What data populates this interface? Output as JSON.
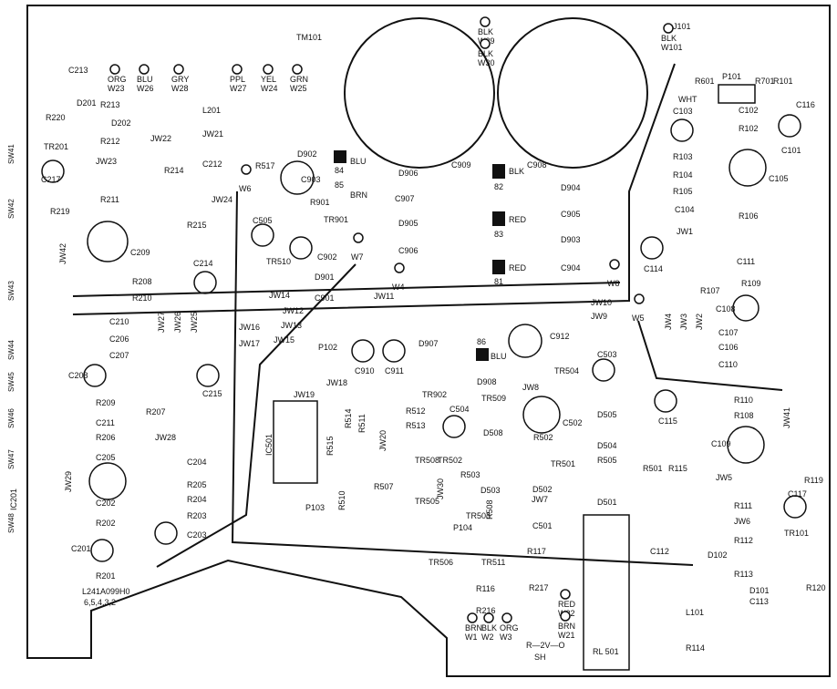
{
  "components": {
    "tm101": "TM101",
    "resistors": [
      "R220",
      "R213",
      "R212",
      "R214",
      "R211",
      "R219",
      "R215",
      "R517",
      "R901",
      "R208",
      "R210",
      "R209",
      "R207",
      "R206",
      "R205",
      "R204",
      "R203",
      "R202",
      "R201",
      "R515",
      "R514",
      "R511",
      "R512",
      "R513",
      "R507",
      "R510",
      "R503",
      "R502",
      "R505",
      "R501",
      "R115",
      "R508",
      "R117",
      "R217",
      "R216",
      "R116",
      "R114",
      "R113",
      "R112",
      "R111",
      "R110",
      "R108",
      "R109",
      "R107",
      "R106",
      "R105",
      "R104",
      "R103",
      "R102",
      "R101",
      "R701",
      "R601",
      "R119",
      "R120"
    ],
    "capacitors": [
      "C213",
      "C217",
      "C212",
      "C209",
      "C214",
      "C210",
      "C206",
      "C207",
      "C208",
      "C211",
      "C205",
      "C202",
      "C204",
      "C203",
      "C201",
      "C215",
      "C505",
      "C903",
      "C902",
      "C901",
      "C909",
      "C908",
      "C907",
      "C905",
      "C906",
      "C904",
      "C912",
      "C910",
      "C911",
      "C504",
      "C503",
      "C502",
      "C501",
      "C112",
      "C113",
      "C115",
      "C114",
      "C116",
      "C101",
      "C102",
      "C103",
      "C104",
      "C105",
      "C107",
      "C106",
      "C110",
      "C108",
      "C109",
      "C111",
      "C117"
    ],
    "transistors": [
      "TR201",
      "TR510",
      "TR901",
      "TR902",
      "TR509",
      "TR508",
      "TR506",
      "TR505",
      "TR503",
      "TR502",
      "TR501",
      "TR504",
      "TR511",
      "TR101"
    ],
    "diodes": [
      "D201",
      "D202",
      "D902",
      "D901",
      "D906",
      "D905",
      "D904",
      "D903",
      "D907",
      "D908",
      "D508",
      "D505",
      "D504",
      "D503",
      "D502",
      "D501",
      "D102",
      "D101"
    ],
    "inductors": [
      "L201",
      "L101"
    ],
    "ics": [
      "IC501",
      "IC201",
      "P101",
      "P102",
      "P103",
      "P104",
      "RL 501"
    ],
    "jumpers": [
      "JW22",
      "JW21",
      "JW23",
      "JW24",
      "JW42",
      "JW14",
      "JW12",
      "JW13",
      "JW11",
      "JW10",
      "JW9",
      "JW16",
      "JW17",
      "JW15",
      "JW27",
      "JW26",
      "JW25",
      "JW19",
      "JW18",
      "JW20",
      "JW28",
      "JW29",
      "JW8",
      "JW7",
      "JW30",
      "JW5",
      "JW6",
      "JW1",
      "JW2",
      "JW3",
      "JW4",
      "JW41"
    ],
    "switches": [
      "SW41",
      "SW42",
      "SW43",
      "SW44",
      "SW45",
      "SW46",
      "SW47",
      "SW48"
    ],
    "wires": [
      {
        "id": "W23",
        "color": "ORG"
      },
      {
        "id": "W26",
        "color": "BLU"
      },
      {
        "id": "W28",
        "color": "GRY"
      },
      {
        "id": "W27",
        "color": "PPL"
      },
      {
        "id": "W24",
        "color": "YEL"
      },
      {
        "id": "W25",
        "color": "GRN"
      },
      {
        "id": "W29",
        "color": "BLK"
      },
      {
        "id": "W30",
        "color": "BLK"
      },
      {
        "id": "W101",
        "color": "BLK"
      },
      {
        "id": "W6",
        "color": ""
      },
      {
        "id": "W7",
        "color": ""
      },
      {
        "id": "W4",
        "color": ""
      },
      {
        "id": "W8",
        "color": ""
      },
      {
        "id": "W5",
        "color": ""
      },
      {
        "id": "W22",
        "color": "RED"
      },
      {
        "id": "W21",
        "color": "BRN"
      },
      {
        "id": "W1",
        "color": "BRN"
      },
      {
        "id": "W2",
        "color": "BLK"
      },
      {
        "id": "W3",
        "color": "ORG"
      }
    ],
    "pads": [
      {
        "id": "84",
        "color": "BLU"
      },
      {
        "id": "85",
        "color": "BRN"
      },
      {
        "id": "82",
        "color": "BLK"
      },
      {
        "id": "83",
        "color": "RED"
      },
      {
        "id": "81",
        "color": "RED"
      },
      {
        "id": "86",
        "color": "BLU"
      }
    ]
  },
  "labels": {
    "j101": "J101",
    "wht": "WHT",
    "blk": "BLK",
    "part_no": "L241A099H0",
    "part_rev": "6,5,4,3,2",
    "r2v": "R—2V—O",
    "sh_symbol": "SH",
    "ic201": "IC201"
  }
}
